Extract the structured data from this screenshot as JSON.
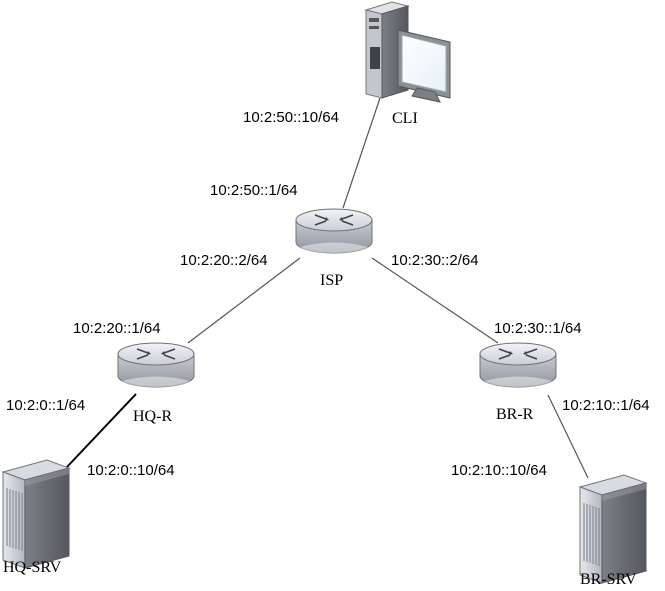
{
  "nodes": {
    "cli": {
      "name": "CLI"
    },
    "isp": {
      "name": "ISP"
    },
    "hq_r": {
      "name": "HQ-R"
    },
    "br_r": {
      "name": "BR-R"
    },
    "hq_srv": {
      "name": "HQ-SRV"
    },
    "br_srv": {
      "name": "BR-SRV"
    }
  },
  "addresses": {
    "cli": "10:2:50::10/64",
    "isp_cli": "10:2:50::1/64",
    "isp_hq": "10:2:20::2/64",
    "isp_br": "10:2:30::2/64",
    "hq_r_isp": "10:2:20::1/64",
    "br_r_isp": "10:2:30::1/64",
    "hq_r_srv": "10:2:0::1/64",
    "hq_srv": "10:2:0::10/64",
    "br_r_srv": "10:2:10::1/64",
    "br_srv": "10:2:10::10/64"
  }
}
